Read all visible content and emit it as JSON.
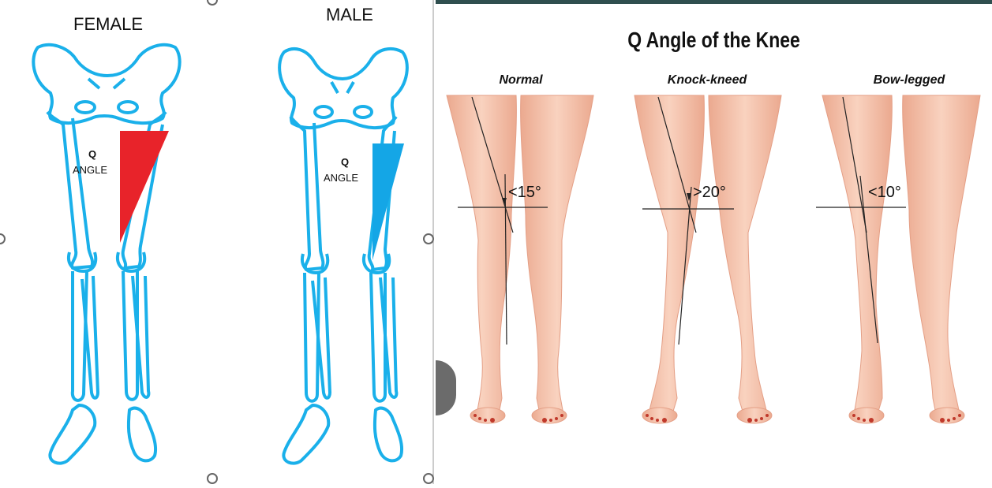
{
  "left": {
    "female_label": "FEMALE",
    "male_label": "MALE",
    "q_label": "Q",
    "angle_label": "ANGLE",
    "colors": {
      "outline": "#1ab0ea",
      "female_fill": "#e8232a",
      "male_fill": "#14a6e6"
    }
  },
  "right": {
    "title": "Q Angle of the Knee",
    "normal_label": "Normal",
    "knock_label": "Knock-kneed",
    "bow_label": "Bow-legged",
    "normal_angle": "<15°",
    "knock_angle": ">20°",
    "bow_angle": "<10°",
    "colors": {
      "skin": "#f6c4ad",
      "skin_shade": "#eba98f",
      "toenail": "#c0392b",
      "border": "#2f4f4f"
    }
  }
}
